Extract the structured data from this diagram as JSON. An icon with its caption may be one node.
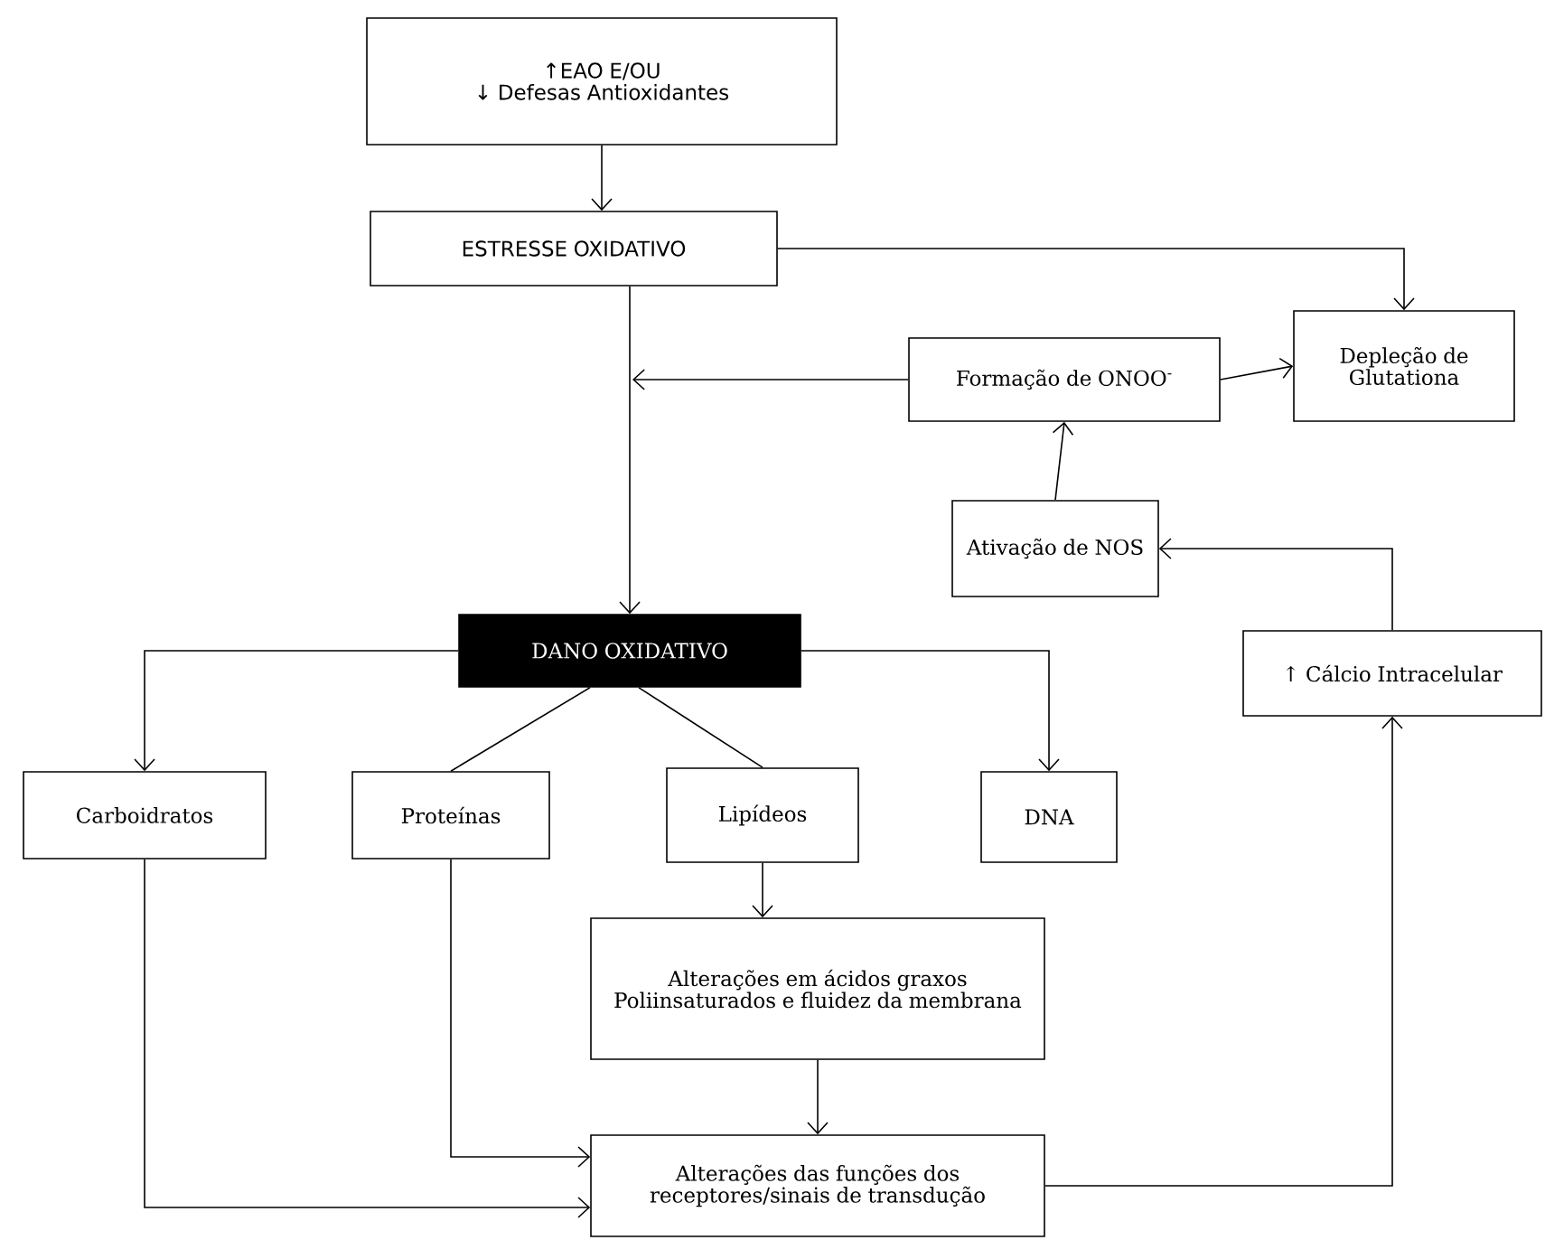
{
  "diagram": {
    "nodes": [
      {
        "text": [
          "↑EAO E/OU",
          "↓ Defesas Antioxidantes"
        ]
      },
      {
        "text": [
          "ESTRESSE OXIDATIVO"
        ]
      },
      {
        "text": [
          "Formação de ONOO$^{-}$"
        ]
      },
      {
        "text": [
          "Depleção de Glutationa"
        ]
      },
      {
        "text": [
          "Ativação de NOS"
        ]
      },
      {
        "text": [
          "↑ Cálcio Intracelular"
        ]
      },
      {
        "text": [
          "DANO OXIDATIVO"
        ]
      },
      {
        "text": [
          "Carboidratos"
        ]
      },
      {
        "text": [
          "Proteínas"
        ]
      },
      {
        "text": [
          "Lipídeos"
        ]
      },
      {
        "text": [
          "DNA"
        ]
      },
      {
        "text": [
          "Alterações em ácidos graxos Poliinsaturados e fluidez da membrana"
        ]
      },
      {
        "text": [
          "Alterações das funções dos receptores/sinais de transdução"
        ]
      }
    ],
    "edges": [
      {
        "from": 0,
        "to": 1,
        "arrow": "to"
      },
      {
        "from": 1,
        "to": 3,
        "arrow": "to"
      },
      {
        "from": 1,
        "to": 6,
        "arrow": "to"
      },
      {
        "from": 2,
        "to": null,
        "arrow": "to"
      },
      {
        "from": 2,
        "to": 3,
        "arrow": "to"
      },
      {
        "from": 4,
        "to": 2,
        "arrow": "to"
      },
      {
        "from": 5,
        "to": 4,
        "arrow": "to"
      },
      {
        "from": 6,
        "to": 7,
        "arrow": "to"
      },
      {
        "from": 6,
        "to": 8,
        "arrow": "none"
      },
      {
        "from": 6,
        "to": 9,
        "arrow": "none"
      },
      {
        "from": 6,
        "to": 10,
        "arrow": "to"
      },
      {
        "from": 9,
        "to": 11,
        "arrow": "to"
      },
      {
        "from": 11,
        "to": 12,
        "arrow": "to"
      },
      {
        "from": 8,
        "to": 12,
        "arrow": "to"
      },
      {
        "from": 7,
        "to": 12,
        "arrow": "to"
      },
      {
        "from": 12,
        "to": 5,
        "arrow": "to"
      }
    ]
  }
}
